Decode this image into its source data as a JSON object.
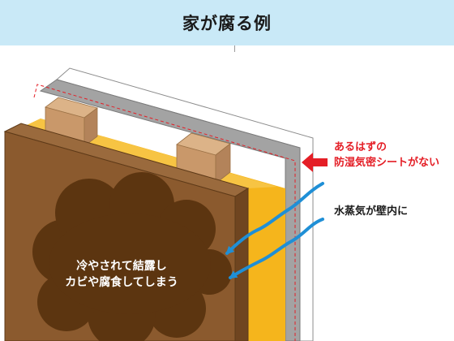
{
  "title": "家が腐る例",
  "labels": {
    "missing_sheet_line1": "あるはずの",
    "missing_sheet_line2": "防湿気密シートがない",
    "vapor": "水蒸気が壁内に",
    "mold_line1": "冷やされて結露し",
    "mold_line2": "カビや腐食してしまう"
  },
  "colors": {
    "header_bg": "#c9e9f7",
    "wood_panel": "#8b5a2e",
    "mold": "#5c3510",
    "insulation": "#f5b51c",
    "stud": "#c9986a",
    "board": "#a3a3a3",
    "arrow_red": "#e41e26",
    "arrow_blue": "#1f8fd6"
  }
}
